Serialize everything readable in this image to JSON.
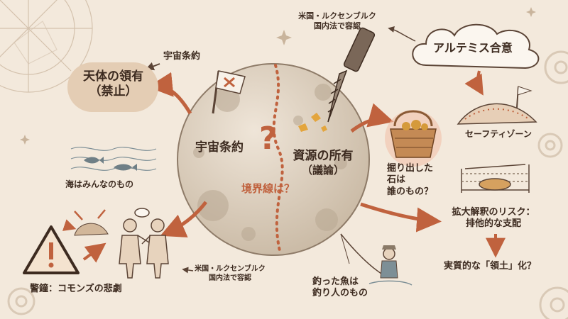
{
  "colors": {
    "background": "#f3e9dc",
    "accent": "#c0623e",
    "ink": "#3d2b20",
    "moon": "#d9cbb9",
    "soft": "#e4cdb4"
  },
  "moon": {
    "left_title": "宇宙条約",
    "right_title_line1": "資源の所有",
    "right_title_line2": "（議論）",
    "question_mark": "?",
    "center_caption": "境界線は？"
  },
  "top_left": {
    "label": "宇宙条約",
    "blob_line1": "天体の領有",
    "blob_line2": "（禁止）"
  },
  "top_center": {
    "line1": "米国・ルクセンブルク",
    "line2": "国内法で容認"
  },
  "top_right": {
    "cloud_label": "アルテミス合意",
    "zone_caption": "セーフティゾーン"
  },
  "left": {
    "sea_caption": "海はみんなのもの",
    "warning_caption": "警鐘：コモンズの悲劇"
  },
  "bottom_center": {
    "line1": "米国・ルクセンブルク",
    "line2": "国内法で容認",
    "fish_line1": "釣った魚は",
    "fish_line2": "釣り人のもの"
  },
  "right": {
    "rock_line1": "掘り出した",
    "rock_line2": "石は",
    "rock_line3": "誰のもの？",
    "risk_line1": "拡大解釈のリスク：",
    "risk_line2": "排他的な支配",
    "territory": "実質的な「領土」化？"
  },
  "icons": [
    "compass-icon",
    "moon-icon",
    "flag-icon",
    "drill-icon",
    "basket-icon",
    "cloud-icon",
    "crater-flag-icon",
    "fenced-zone-icon",
    "warning-icon",
    "people-icon",
    "fisherman-icon",
    "fish-icon",
    "gear-icon"
  ]
}
